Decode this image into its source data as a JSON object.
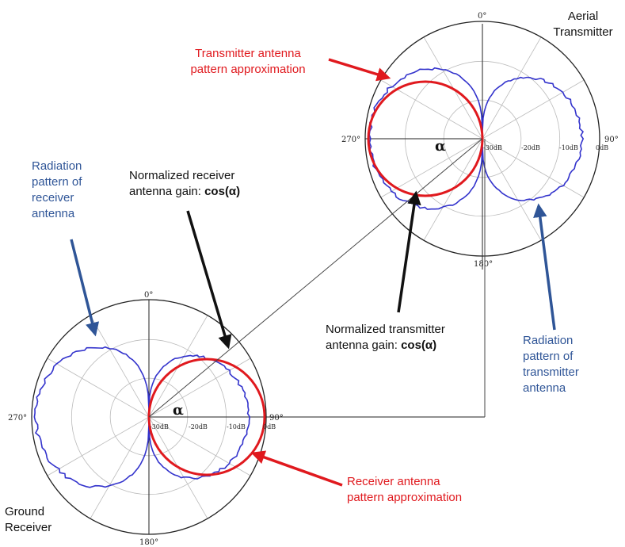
{
  "transmitter": {
    "title": [
      "Aerial",
      "Transmitter"
    ],
    "angles": {
      "top": "0°",
      "left": "270°",
      "right": "90°",
      "bottom": "180°"
    },
    "db_ticks": [
      "-30dB",
      "-20dB",
      "-10dB",
      "0dB"
    ],
    "alpha": "α",
    "approx_label": [
      "Transmitter antenna",
      "pattern approximation"
    ],
    "pattern_label": [
      "Radiation",
      "pattern of",
      "transmitter",
      "antenna"
    ],
    "gain_label": [
      "Normalized transmitter",
      "antenna gain: ",
      "cos(α)"
    ]
  },
  "receiver": {
    "title": [
      "Ground",
      "Receiver"
    ],
    "angles": {
      "top": "0°",
      "left": "270°",
      "right": "90°",
      "bottom": "180°"
    },
    "db_ticks": [
      "-30dB",
      "-20dB",
      "-10dB",
      "0dB"
    ],
    "alpha": "α",
    "approx_label": [
      "Receiver antenna",
      "pattern approximation"
    ],
    "pattern_label": [
      "Radiation",
      "pattern of",
      "receiver",
      "antenna"
    ],
    "gain_label": [
      "Normalized receiver",
      "antenna gain: ",
      "cos(α)"
    ]
  },
  "colors": {
    "pattern": "#3333cc",
    "approximation": "#e0191e",
    "blue_text": "#2f5597",
    "arrow_blue": "#2f5597",
    "arrow_red": "#e0191e",
    "arrow_black": "#111111"
  }
}
